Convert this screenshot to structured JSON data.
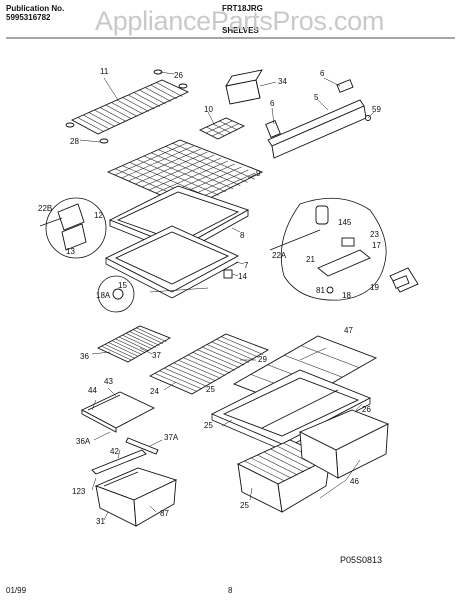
{
  "header": {
    "publication_label": "Publication No.",
    "publication_number": "5995316782",
    "model": "FRT18JRG",
    "section": "SHELVES"
  },
  "watermark": "AppliancePartsPros.com",
  "diagram_code": "P05S0813",
  "footer": {
    "date": "01/99",
    "page": "8"
  },
  "callouts": {
    "c11": "11",
    "c26a": "26",
    "c34": "34",
    "c6a": "6",
    "c6b": "6",
    "c5": "5",
    "c59": "59",
    "c10": "10",
    "c28": "28",
    "c9": "9",
    "c22b": "22B",
    "c12": "12",
    "c13": "13",
    "c8": "8",
    "c145": "145",
    "c23": "23",
    "c17": "17",
    "c22a": "22A",
    "c21": "21",
    "c7": "7",
    "c14": "14",
    "c15": "15",
    "c18a": "18A",
    "c19": "19",
    "c81": "81",
    "c18": "18",
    "c47": "47",
    "c36": "36",
    "c37": "37",
    "c29": "29",
    "c24": "24",
    "c43": "43",
    "c44": "44",
    "c25a": "25",
    "c26b": "26",
    "c25b": "25",
    "c36a": "36A",
    "c37a": "37A",
    "c42": "42",
    "c123": "123",
    "c31": "31",
    "c87": "87",
    "c25c": "25",
    "c46": "46"
  }
}
